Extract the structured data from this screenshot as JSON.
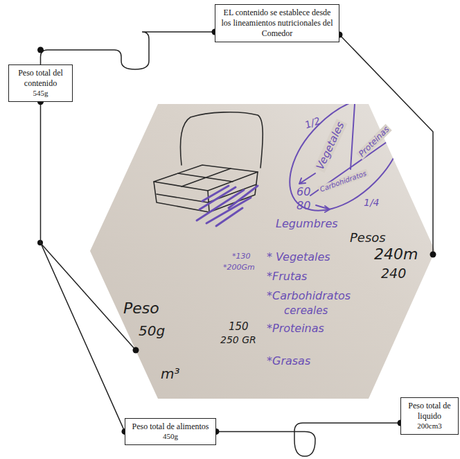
{
  "diagram": {
    "nodes": [
      {
        "text": [
          "EL contenido se establece desde los lineamientos nutricionales del Comedor"
        ]
      },
      {
        "text": [
          "Peso total del contenido",
          "545g"
        ]
      },
      {
        "text": [
          "Peso total de alimentos",
          "450g"
        ]
      },
      {
        "text": [
          "Peso total de liquido",
          "200cm3"
        ]
      }
    ],
    "edges": [
      {
        "from": 0,
        "to": 1,
        "arrow": "none"
      },
      {
        "from": 1,
        "to": 2,
        "arrow": "none"
      },
      {
        "from": 2,
        "to": 3,
        "arrow": "none"
      }
    ],
    "labels": [
      "1/2",
      "Vegetales",
      "Proteinas",
      "Carbohidratos",
      "60",
      "80",
      "1/4",
      "Legumbres",
      "Pesos",
      "*130",
      "*200Gm",
      "* Vegetales",
      "240m",
      "*Frutas",
      "240",
      "*Carbohidratos",
      "cereales",
      "150",
      "250 GR",
      "*Proteinas",
      "*Grasas",
      "Peso",
      "50g",
      "m³"
    ]
  }
}
